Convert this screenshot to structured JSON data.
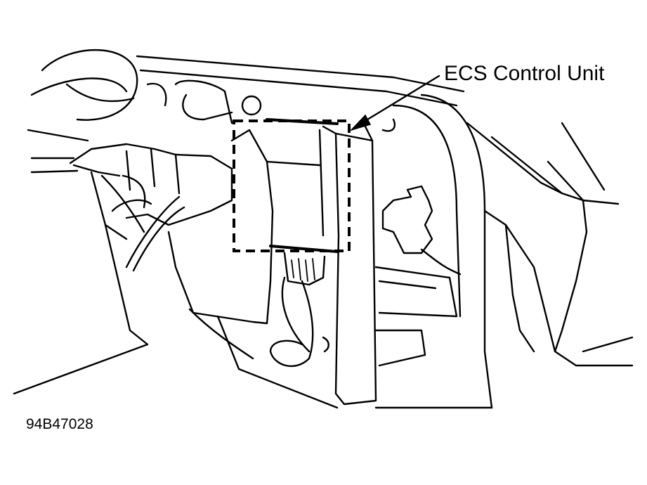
{
  "figure": {
    "callout_label": "ECS Control Unit",
    "figure_id": "94B47028"
  },
  "icons": {
    "callout_arrow": "arrow-pointer",
    "component_outline": "dashed-rectangle"
  }
}
